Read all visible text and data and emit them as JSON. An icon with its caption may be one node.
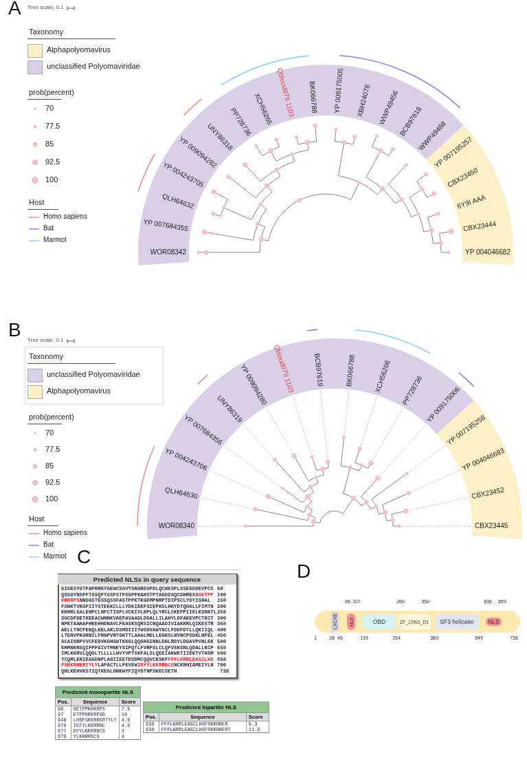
{
  "diagram": {
    "nodes": [
      {
        "text": [],
        "shape": "bar"
      },
      {
        "text": [
          "LXCXE"
        ],
        "in": 0
      },
      {
        "text": [
          "NLS"
        ],
        "in": 0
      },
      {
        "text": [
          "OBD"
        ],
        "in": 0
      },
      {
        "text": [
          "ZF_LTAG_D1"
        ],
        "in": 0
      },
      {
        "text": [
          "SF3 helicase"
        ],
        "in": 0
      },
      {
        "text": [
          "NLS"
        ],
        "in": 0
      }
    ],
    "labels": [
      "A",
      "Tree scale: 0.1",
      "Taxonomy",
      "prob(percent)",
      "Host",
      "WOR08342",
      "YP 007684355",
      "QLH64632",
      "YP 004243705",
      "YP 009094282",
      "UNY86318",
      "PP728736",
      "XCH56265",
      "Qblood079 1103",
      "BK066788",
      "YP 009175005",
      "XBH24078",
      "WWP49456",
      "BCB97618",
      "WWP49468",
      "YP 007195257",
      "CBX23450",
      "6Y9I AAA",
      "CBX23444",
      "YP 004046682",
      "B",
      "Tree scale: 0.1",
      "Taxonomy",
      "prob(percent)",
      "Host",
      "WOR08340",
      "QLH64630",
      "YP 004243706",
      "YP 007684356",
      "UNY86319",
      "YP 009094280",
      "Qblood079 1103",
      "BCB97619",
      "BK066788",
      "XCH56266",
      "PP728736",
      "YP 009175006",
      "YP 007195258",
      "YP 004046683",
      "CBX23452",
      "CBX23445",
      "C",
      "Predicted NLSs in query sequence",
      "DISESYGTPAPRRKYGEWCSGVYSNGRDSPDLQCNESPLSSEDDDEVPCS",
      "50",
      "QSSGYNSPFTSSQFYSSFSTPSSPPKAHSTPTAGDDSQCDHRESS",
      "GETPP",
      "100",
      "KRKRPS",
      "NNDGSTESSQSSFASTPPKTKGEMPNRPTDIPSCLYDYISHAL",
      "150",
      "FSNKTVNSFIIYSTEEKCLLLYDKIEKFSIEPKSLHKYDTQGGLLFIMTN",
      "200",
      "KKHRLSALENPCLNFCTISPLVCKIVLKPLQLYRCLCKEPPIIELKSNKTL",
      "250",
      "SGCDFDETKEEACWNNKVAEPAVAADLDDALLILAHYLDFAKEVPCTKCT",
      "300",
      "NPKTAAHAFHKEHHDNAVLFEASKSQRSICNQAADIVIAKKRLQIKESTR",
      "350",
      "AELLTHCFEKQLKELAKLDSMDIIIYWSGVAWYACLFDDFDTLLQKIIQL",
      "400",
      "LTENVPKGRNILFRGPVNTGKTTLAAALMDLLEGKSLNVNCPSDKLNFEL",
      "450",
      "GCAIDRPVVCFEDVKGHSWTKKGLQQGHGINNLDNLRDYLDGAVPVNLEK",
      "500",
      "KHMNKRSQIFPPAIVTMNEYSIPQTLFVRPSLCLQFVSKSNLQDALLKCP",
      "550",
      "IMLKKRVLQQGLTLLLLLWVYVPTSKFALSLQEEIAKWKTIIEKTVTHSM",
      "600",
      "YCQMLENIEAGDNPLAGIIEETDSDMCQQVCKSKF",
      "FFFLKRRLEASCLHS",
      "650",
      "FSKKRRERTYLY",
      "LAPACTLLPEVEW",
      "IEFYLKKRRNCS",
      "NCKNHIAMEIYLN",
      "700",
      "QHLKEHVKSTIQTKEGLGNKWYFIQYGTNPSKECSETH",
      "738",
      "Predicted monopartite NLS",
      "Pos.",
      "Sequence",
      "Score",
      "96",
      "GETPPKRKRPS",
      "7.5",
      "97",
      "ETPPKRKRPSG",
      "10",
      "648",
      "LHSFSKKRRERTYLY",
      "4.5",
      "676",
      "IEFYLKKRRNC",
      "4.5",
      "677",
      "EFYLKKRRNCS",
      "3",
      "679",
      "YLKKRRNCS",
      "4",
      "Predicted bipartite NLS",
      "Pos.",
      "Sequence",
      "Score",
      "636",
      "FFFLKRRLEASCLHSFSKKRRER",
      "9.3",
      "636",
      "FFFLKRRLEASCLHSFSKKRRERT",
      "11.5",
      "D",
      "96",
      "107",
      "260",
      "350",
      "636",
      "659",
      "1",
      "28",
      "46",
      "139",
      "254",
      "389",
      "549",
      "738"
    ],
    "legend": [
      {
        "text": "Alphapolyomavirus",
        "color": "#fdf0c8"
      },
      {
        "text": "unclassified Polyomaviridae",
        "color": "#d9d0e8"
      },
      {
        "text": "70"
      },
      {
        "text": "77.5"
      },
      {
        "text": "85"
      },
      {
        "text": "92.5"
      },
      {
        "text": "100"
      },
      {
        "text": "Homo sapiens"
      },
      {
        "text": "Bat"
      },
      {
        "text": "Marmot"
      },
      {
        "text": "unclassified Polyomaviridae",
        "color": "#d9d0e8"
      },
      {
        "text": "Alphapolyomavirus",
        "color": "#fdf0c8"
      },
      {
        "text": "70"
      },
      {
        "text": "77.5"
      },
      {
        "text": "85"
      },
      {
        "text": "92.5"
      },
      {
        "text": "100"
      },
      {
        "text": "Homo sapiens"
      },
      {
        "text": "Bat"
      },
      {
        "text": "Marmot"
      }
    ]
  }
}
